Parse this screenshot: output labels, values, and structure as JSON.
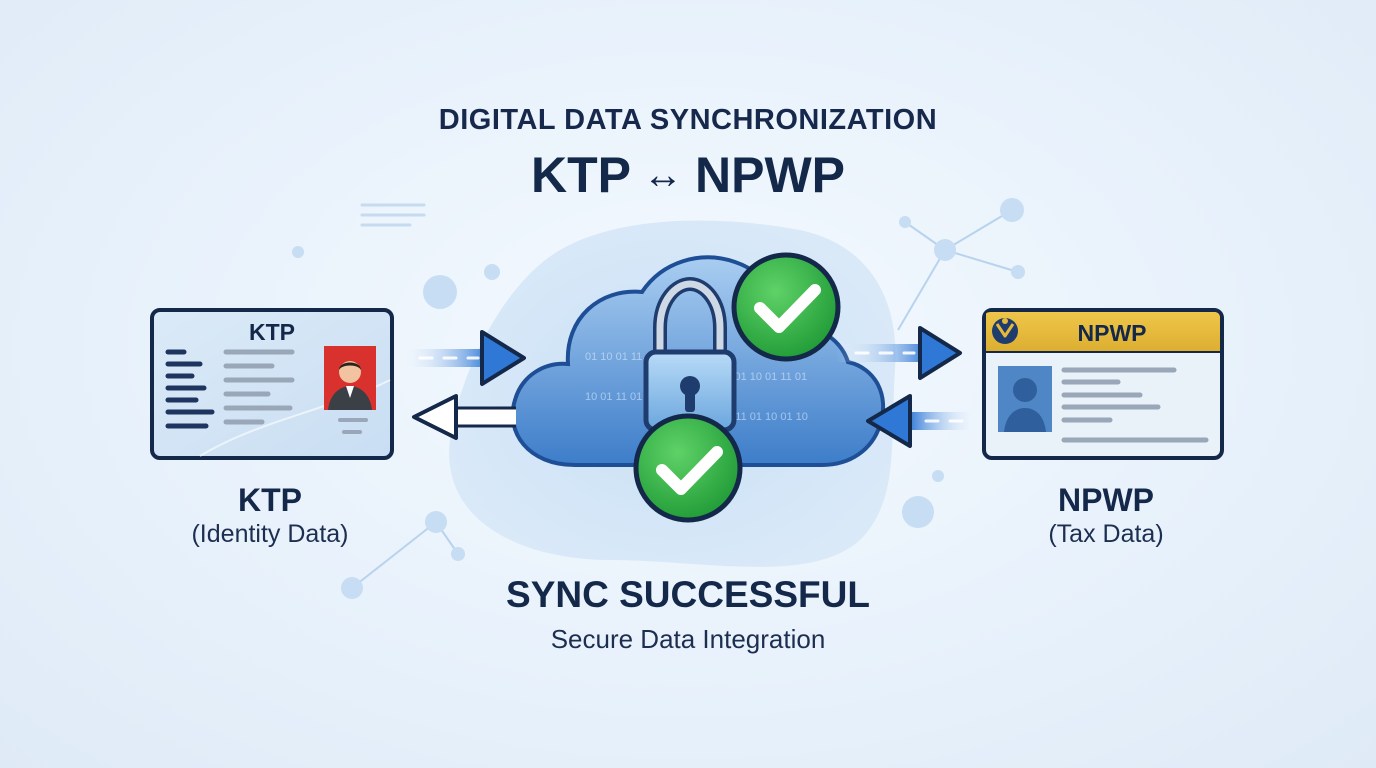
{
  "header": {
    "subtitle": "DIGITAL DATA SYNCHRONIZATION",
    "title_left": "KTP",
    "title_arrow": "↔",
    "title_right": "NPWP"
  },
  "ktp_card": {
    "header_label": "KTP",
    "caption_title": "KTP",
    "caption_sub": "(Identity Data)"
  },
  "npwp_card": {
    "header_label": "NPWP",
    "caption_title": "NPWP",
    "caption_sub": "(Tax Data)"
  },
  "status": {
    "title": "SYNC SUCCESSFUL",
    "subtitle": "Secure Data Integration"
  },
  "cloud_binary": {
    "col1": "01 10 01 11 01 10",
    "col2": "10 01 11 01 10 01",
    "col3": "11 01 10 01 11 01",
    "col4": "01 11 01 10 01 10"
  },
  "colors": {
    "navy": "#14284a",
    "card_blue": "#d9e8f6",
    "npwp_header": "#e6b93a",
    "photo_red": "#d9312e",
    "check_green": "#2fb64a",
    "cloud_blue": "#5d97d8",
    "arrow_blue": "#2f78d6"
  }
}
